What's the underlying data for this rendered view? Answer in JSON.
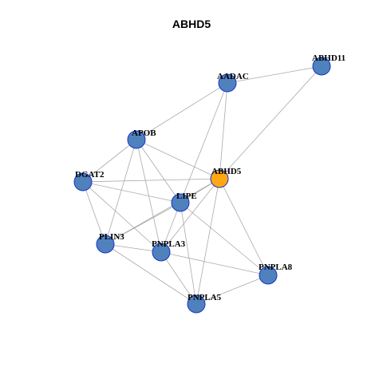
{
  "title": "ABHD5",
  "colors": {
    "node_default": "#4f81bd",
    "node_highlight": "#ffa812",
    "node_border": "#1a33c9",
    "edge": "#aaaaaa"
  },
  "nodes": [
    {
      "id": "ABHD11",
      "label": "ABHD11",
      "highlight": false
    },
    {
      "id": "AADAC",
      "label": "AADAC",
      "highlight": false
    },
    {
      "id": "APOB",
      "label": "APOB",
      "highlight": false
    },
    {
      "id": "ABHD5",
      "label": "ABHD5",
      "highlight": true
    },
    {
      "id": "DGAT2",
      "label": "DGAT2",
      "highlight": false
    },
    {
      "id": "LIPE",
      "label": "LIPE",
      "highlight": false
    },
    {
      "id": "PLIN3",
      "label": "PLIN3",
      "highlight": false
    },
    {
      "id": "PNPLA3",
      "label": "PNPLA3",
      "highlight": false
    },
    {
      "id": "PNPLA8",
      "label": "PNPLA8",
      "highlight": false
    },
    {
      "id": "PNPLA5",
      "label": "PNPLA5",
      "highlight": false
    }
  ],
  "edges": [
    [
      "AADAC",
      "ABHD11"
    ],
    [
      "ABHD11",
      "ABHD5"
    ],
    [
      "AADAC",
      "APOB"
    ],
    [
      "AADAC",
      "ABHD5"
    ],
    [
      "AADAC",
      "LIPE"
    ],
    [
      "APOB",
      "DGAT2"
    ],
    [
      "APOB",
      "ABHD5"
    ],
    [
      "APOB",
      "LIPE"
    ],
    [
      "APOB",
      "PLIN3"
    ],
    [
      "APOB",
      "PNPLA3"
    ],
    [
      "DGAT2",
      "ABHD5"
    ],
    [
      "DGAT2",
      "LIPE"
    ],
    [
      "DGAT2",
      "PLIN3"
    ],
    [
      "DGAT2",
      "PNPLA3"
    ],
    [
      "ABHD5",
      "LIPE"
    ],
    [
      "ABHD5",
      "PLIN3"
    ],
    [
      "ABHD5",
      "PNPLA3"
    ],
    [
      "ABHD5",
      "PNPLA8"
    ],
    [
      "ABHD5",
      "PNPLA5"
    ],
    [
      "LIPE",
      "PLIN3"
    ],
    [
      "LIPE",
      "PNPLA3"
    ],
    [
      "LIPE",
      "PNPLA8"
    ],
    [
      "LIPE",
      "PNPLA5"
    ],
    [
      "PLIN3",
      "PNPLA3"
    ],
    [
      "PLIN3",
      "PNPLA5"
    ],
    [
      "PNPLA3",
      "PNPLA8"
    ],
    [
      "PNPLA3",
      "PNPLA5"
    ],
    [
      "PNPLA8",
      "PNPLA5"
    ]
  ]
}
